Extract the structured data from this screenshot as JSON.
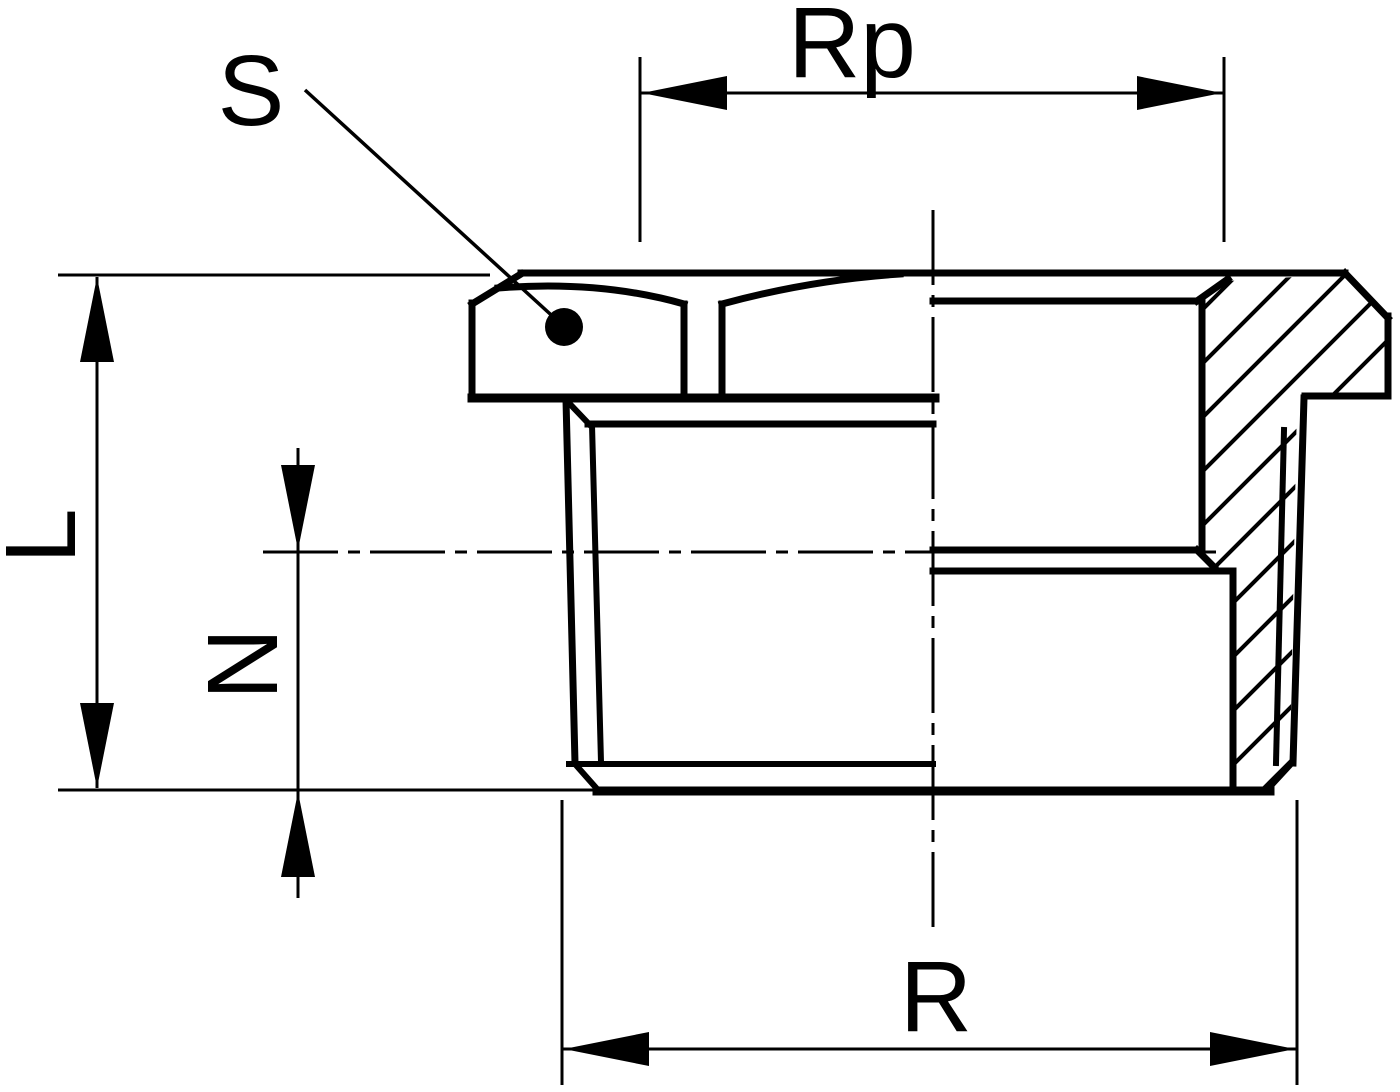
{
  "page": {
    "background": "#ffffff",
    "ink": "#000000"
  },
  "drawing": {
    "kind": "technical-drawing-cross-section",
    "labels": {
      "s": "S",
      "rp": "Rp",
      "l": "L",
      "n": "N",
      "r": "R"
    }
  }
}
